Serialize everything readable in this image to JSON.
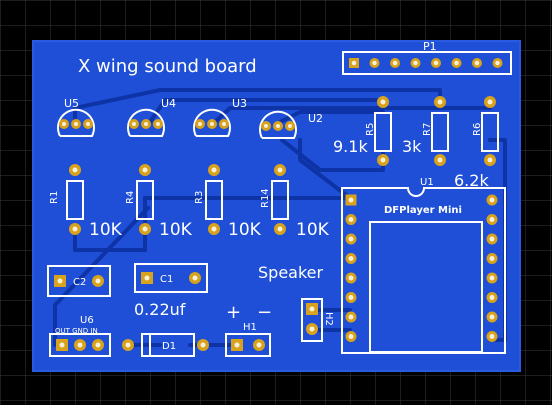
{
  "colors": {
    "background": "#000000",
    "grid": "#3a3a3a",
    "board": "#1e4fd6",
    "board_edge": "#1a3fb0",
    "trace": "#0d33a6",
    "pad": "#d8a21c",
    "pad_hole": "#f5f0dc",
    "silk": "#ffffff"
  },
  "board": {
    "title": "X wing sound board",
    "header": "P1"
  },
  "labels": {
    "u1": "U1",
    "module": "DFPlayer Mini",
    "speaker": "Speaker",
    "h2": "H2",
    "h1": "H1",
    "plus": "+",
    "minus": "−",
    "u6": "U6",
    "u6_pins": "OUT GND IN",
    "d1": "D1",
    "c1": "C1",
    "c1_value": "0.22uf",
    "c2": "C2"
  },
  "transistors": [
    {
      "ref": "U5"
    },
    {
      "ref": "U4"
    },
    {
      "ref": "U3"
    },
    {
      "ref": "U2"
    }
  ],
  "vertical_resistors": [
    {
      "ref": "R1",
      "value": "10K"
    },
    {
      "ref": "R4",
      "value": "10K"
    },
    {
      "ref": "R3",
      "value": "10K"
    },
    {
      "ref": "R14",
      "value": "10K"
    }
  ],
  "top_resistors": [
    {
      "ref": "R5",
      "value": "9.1k"
    },
    {
      "ref": "R7",
      "value": "3k"
    },
    {
      "ref": "R6",
      "value": "6.2k"
    }
  ]
}
